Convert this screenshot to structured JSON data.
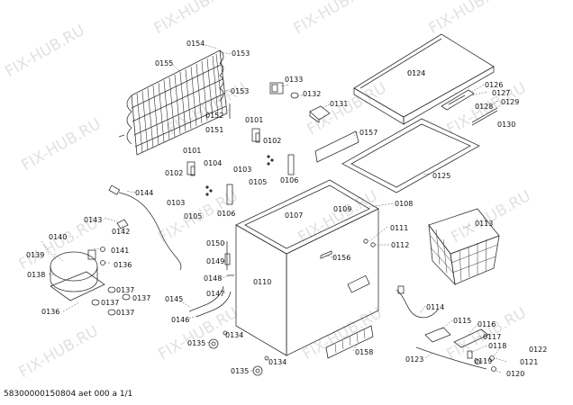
{
  "footer": "58300000150804 aet 000 a 1/1",
  "watermark": "FIX-HUB.RU",
  "labels": {
    "p0154": "0154",
    "p0155": "0155",
    "p0153a": "0153",
    "p0153b": "0153",
    "p0152": "0152",
    "p0151": "0151",
    "p0133": "0133",
    "p0132": "0132",
    "p0131": "0131",
    "p0124": "0124",
    "p0126": "0126",
    "p0127": "0127",
    "p0128": "0128",
    "p0129": "0129",
    "p0130": "0130",
    "p0101a": "0101",
    "p0102a": "0102",
    "p0157": "0157",
    "p0101b": "0101",
    "p0104": "0104",
    "p0102b": "0102",
    "p0103a": "0103",
    "p0105a": "0105",
    "p0106a": "0106",
    "p0125": "0125",
    "p0144": "0144",
    "p0103b": "0103",
    "p0105b": "0105",
    "p0106b": "0106",
    "p0107": "0107",
    "p0109": "0109",
    "p0108": "0108",
    "p0113": "0113",
    "p0143": "0143",
    "p0142": "0142",
    "p0140": "0140",
    "p0141": "0141",
    "p0139": "0139",
    "p0136a": "0136",
    "p0138": "0138",
    "p0150": "0150",
    "p0149": "0149",
    "p0148": "0148",
    "p0147": "0147",
    "p0145": "0145",
    "p0146": "0146",
    "p0110": "0110",
    "p0156": "0156",
    "p0111": "0111",
    "p0112": "0112",
    "p0137a": "0137",
    "p0137b": "0137",
    "p0137c": "0137",
    "p0137d": "0137",
    "p0136b": "0136",
    "p0114": "0114",
    "p0115": "0115",
    "p0116": "0116",
    "p0117": "0117",
    "p0118": "0118",
    "p0122": "0122",
    "p0119": "0119",
    "p0121": "0121",
    "p0120": "0120",
    "p0123": "0123",
    "p0134a": "0134",
    "p0135a": "0135",
    "p0134b": "0134",
    "p0135b": "0135",
    "p0158": "0158"
  }
}
